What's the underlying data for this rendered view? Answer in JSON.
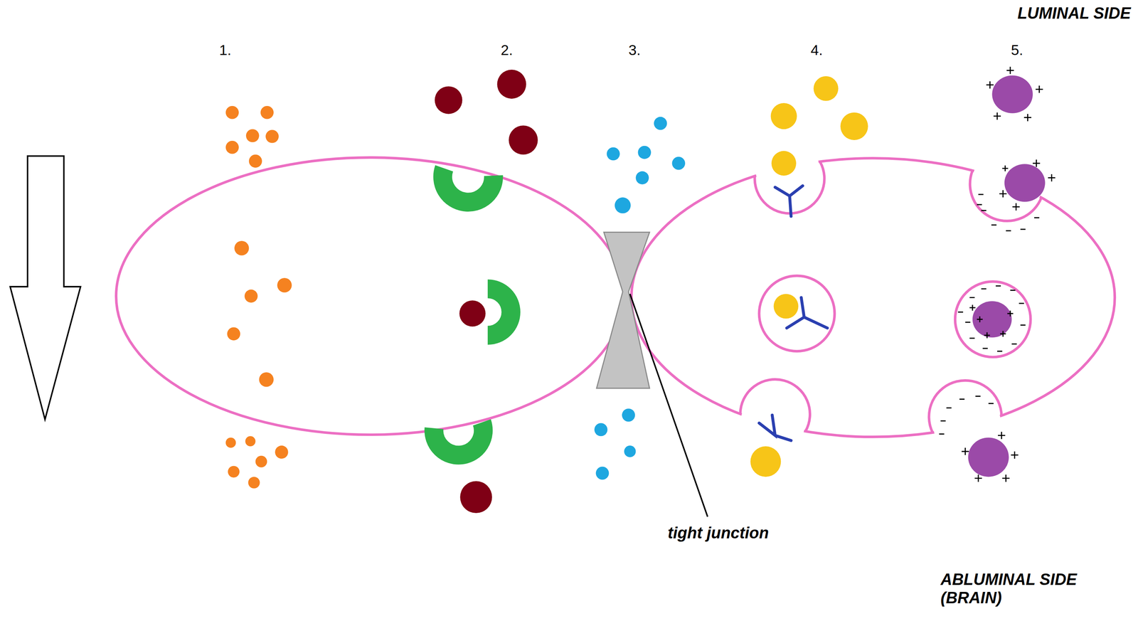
{
  "diagram": {
    "labels": [
      "LUMINAL SIDE",
      "1.",
      "2.",
      "3.",
      "4.",
      "5.",
      "tight junction",
      "ABLUMINAL SIDE (BRAIN)"
    ]
  }
}
